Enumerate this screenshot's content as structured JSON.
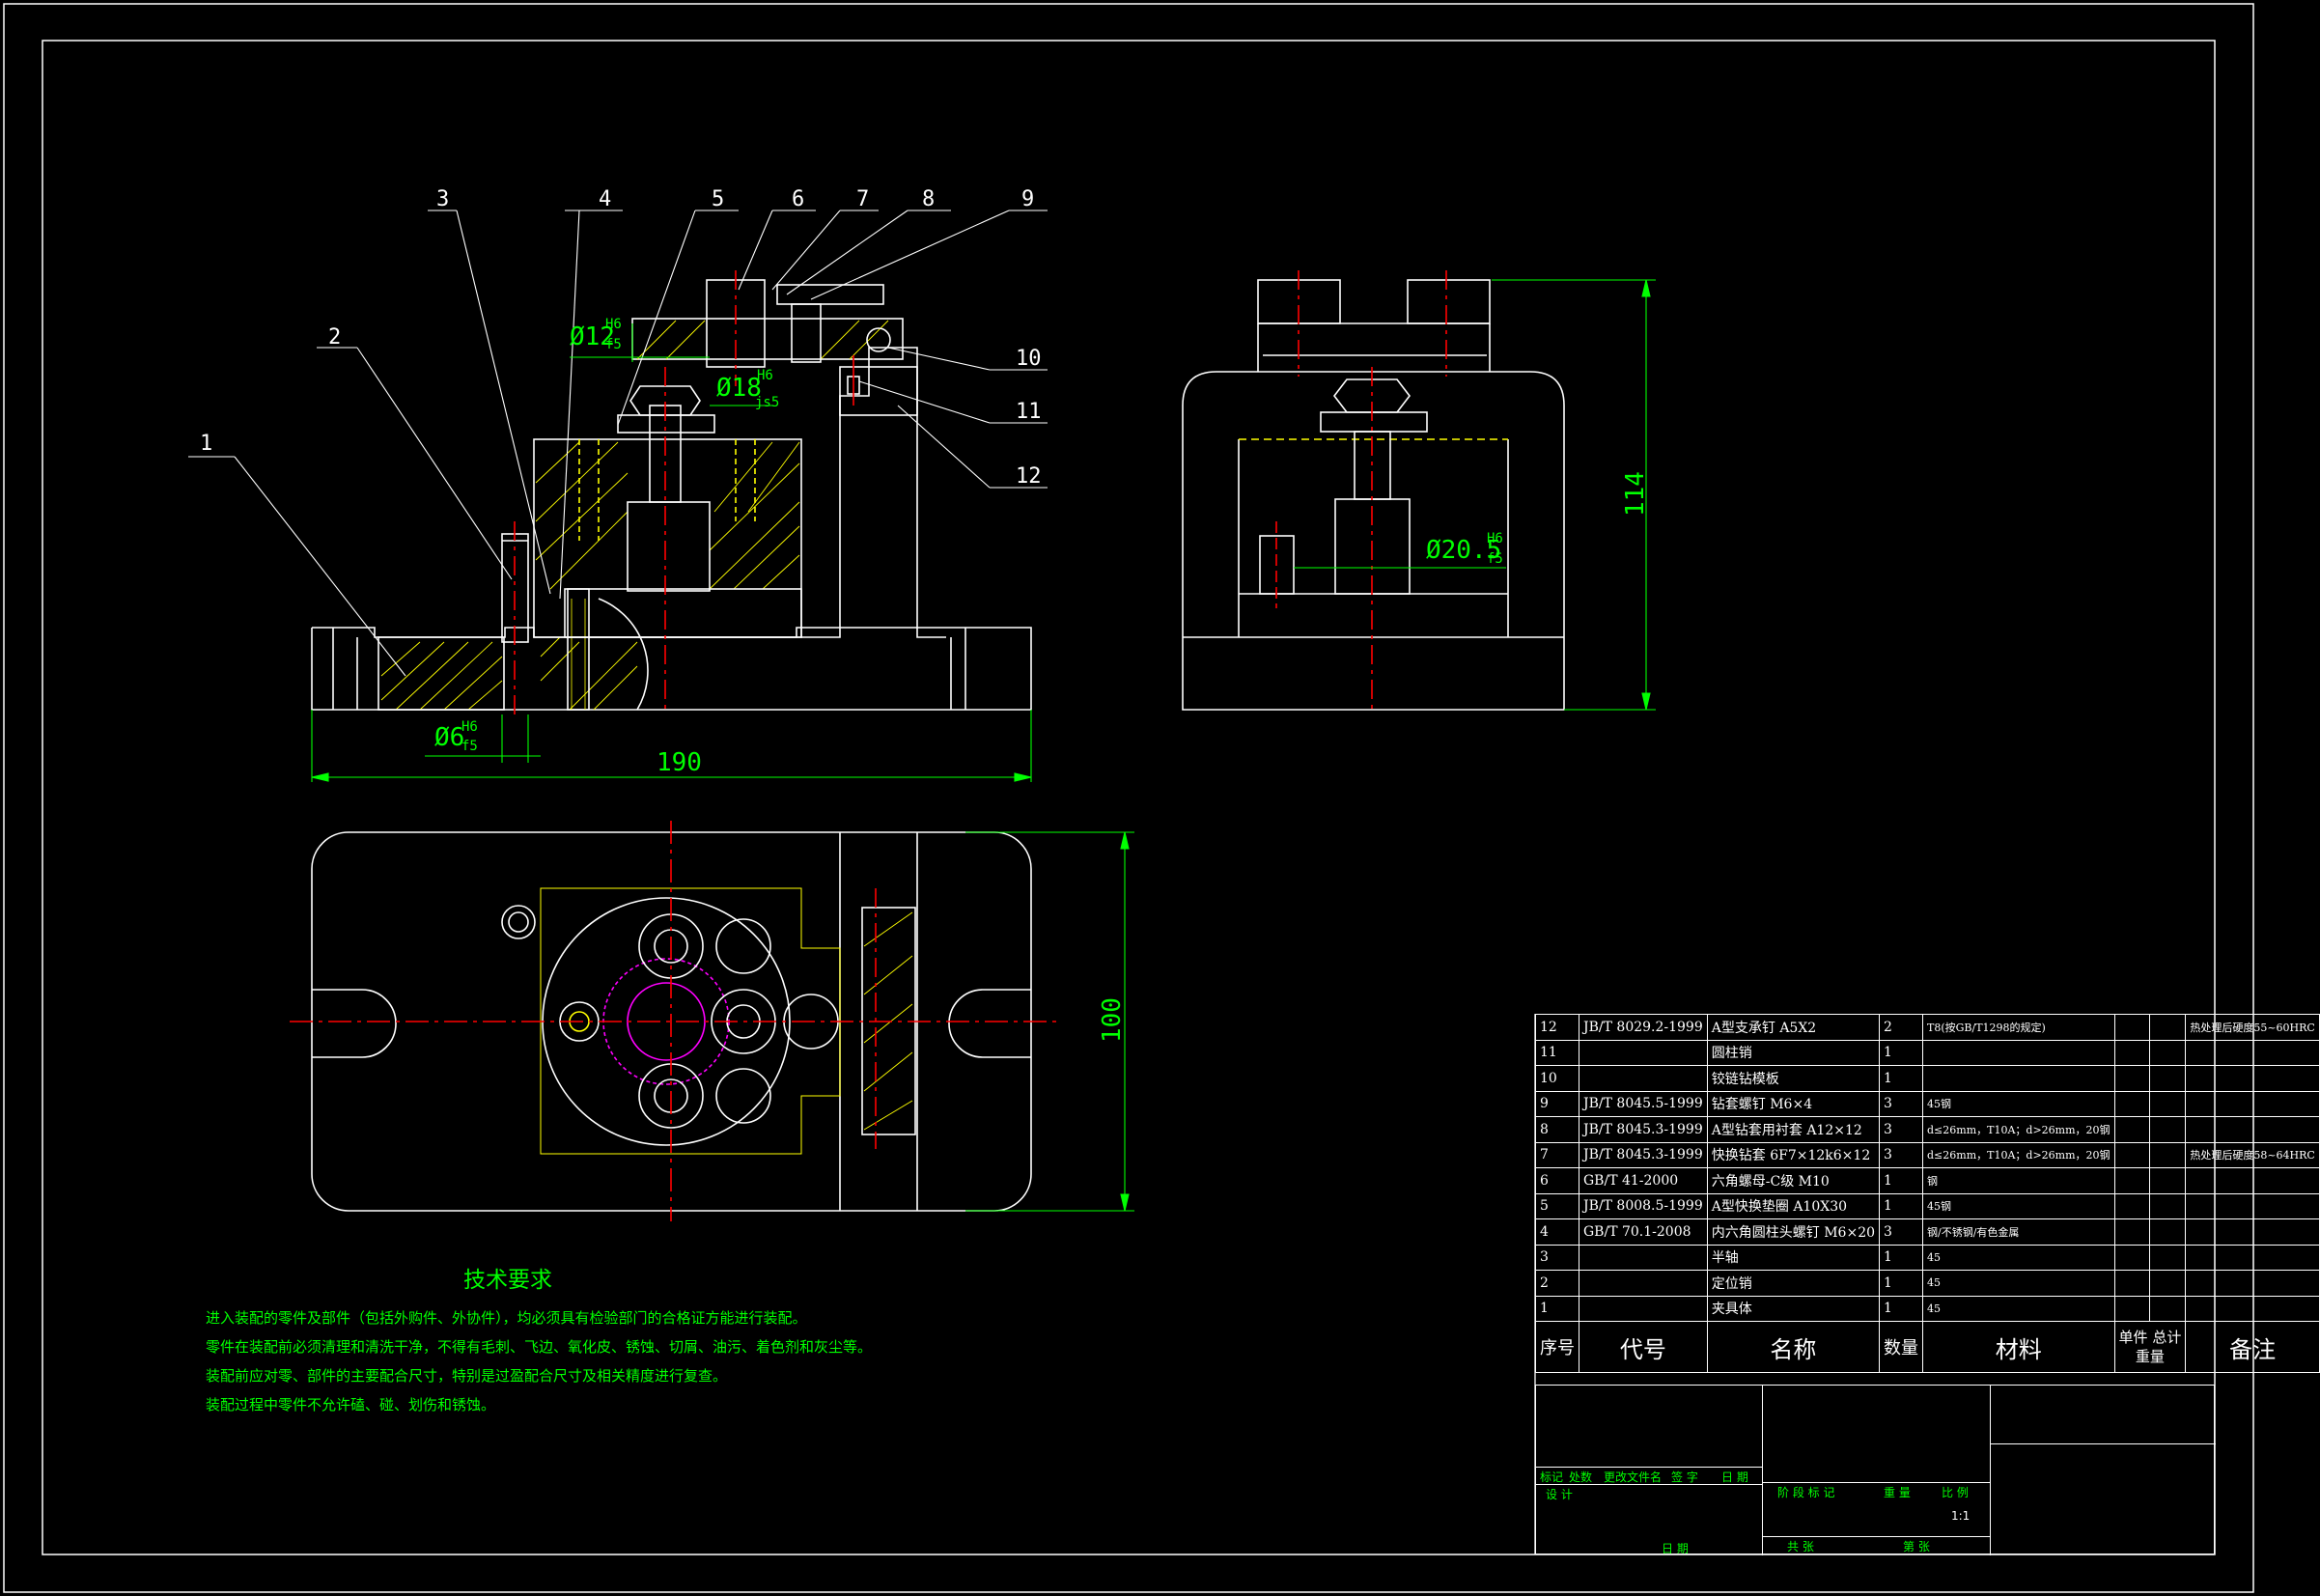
{
  "balloons": [
    "1",
    "2",
    "3",
    "4",
    "5",
    "6",
    "7",
    "8",
    "9",
    "10",
    "11",
    "12"
  ],
  "dims": {
    "d12": "Ø12",
    "d12_tol_up": "H6",
    "d12_tol_dn": "f5",
    "d18": "Ø18",
    "d18_tol_up": "H6",
    "d18_tol_dn": "js5",
    "d6": "Ø6",
    "d6_tol_up": "H6",
    "d6_tol_dn": "f5",
    "len190": "190",
    "h114": "114",
    "d205": "Ø20.5",
    "d205_tol_up": "H6",
    "d205_tol_dn": "f5",
    "w100": "100"
  },
  "tech": {
    "title": "技术要求",
    "lines": [
      "进入装配的零件及部件（包括外购件、外协件），均必须具有检验部门的合格证方能进行装配。",
      "零件在装配前必须清理和清洗干净，不得有毛刺、飞边、氧化皮、锈蚀、切屑、油污、着色剂和灰尘等。",
      "装配前应对零、部件的主要配合尺寸，特别是过盈配合尺寸及相关精度进行复查。",
      "装配过程中零件不允许磕、碰、划伤和锈蚀。"
    ]
  },
  "bom": {
    "rows": [
      {
        "no": "12",
        "code": "JB/T 8029.2-1999",
        "name": "A型支承钉 A5X2",
        "qty": "2",
        "mat": "T8(按GB/T1298的规定)",
        "unit": "",
        "total": "",
        "note": "热处理后硬度55~60HRC"
      },
      {
        "no": "11",
        "code": "",
        "name": "圆柱销",
        "qty": "1",
        "mat": "",
        "unit": "",
        "total": "",
        "note": ""
      },
      {
        "no": "10",
        "code": "",
        "name": "铰链钻模板",
        "qty": "1",
        "mat": "",
        "unit": "",
        "total": "",
        "note": ""
      },
      {
        "no": "9",
        "code": "JB/T 8045.5-1999",
        "name": "钻套螺钉 M6×4",
        "qty": "3",
        "mat": "45钢",
        "unit": "",
        "total": "",
        "note": ""
      },
      {
        "no": "8",
        "code": "JB/T 8045.3-1999",
        "name": "A型钻套用衬套 A12×12",
        "qty": "3",
        "mat": "d≤26mm，T10A；d>26mm，20钢",
        "unit": "",
        "total": "",
        "note": ""
      },
      {
        "no": "7",
        "code": "JB/T 8045.3-1999",
        "name": "快换钻套 6F7×12k6×12",
        "qty": "3",
        "mat": "d≤26mm，T10A；d>26mm，20钢",
        "unit": "",
        "total": "",
        "note": "热处理后硬度58~64HRC"
      },
      {
        "no": "6",
        "code": "GB/T 41-2000",
        "name": "六角螺母-C级 M10",
        "qty": "1",
        "mat": "钢",
        "unit": "",
        "total": "",
        "note": ""
      },
      {
        "no": "5",
        "code": "JB/T 8008.5-1999",
        "name": "A型快换垫圈 A10X30",
        "qty": "1",
        "mat": "45钢",
        "unit": "",
        "total": "",
        "note": ""
      },
      {
        "no": "4",
        "code": "GB/T 70.1-2008",
        "name": "内六角圆柱头螺钉 M6×20",
        "qty": "3",
        "mat": "钢/不锈钢/有色金属",
        "unit": "",
        "total": "",
        "note": ""
      },
      {
        "no": "3",
        "code": "",
        "name": "半轴",
        "qty": "1",
        "mat": "45",
        "unit": "",
        "total": "",
        "note": ""
      },
      {
        "no": "2",
        "code": "",
        "name": "定位销",
        "qty": "1",
        "mat": "45",
        "unit": "",
        "total": "",
        "note": ""
      },
      {
        "no": "1",
        "code": "",
        "name": "夹具体",
        "qty": "1",
        "mat": "45",
        "unit": "",
        "total": "",
        "note": ""
      }
    ],
    "header": {
      "no": "序号",
      "code": "代号",
      "name": "名称",
      "qty": "数量",
      "mat": "材料",
      "unit": "单件",
      "total": "总计",
      "weight": "重量",
      "note": "备注"
    }
  },
  "title_block": {
    "mark": "标记",
    "zone": "处数",
    "change": "更改文件名",
    "sign": "签 字",
    "date": "日 期",
    "design": "设 计",
    "stage": "阶 段 标 记",
    "weight": "重 量",
    "scale_label": "比 例",
    "scale": "1:1",
    "total_sheets": "共 张",
    "sheet": "第 张",
    "date2": "日 期"
  },
  "colors": {
    "line": "#ffffff",
    "dim": "#00ff00",
    "center": "#ff0000",
    "hidden": "#ffff00",
    "feature": "#ff00ff",
    "hatch": "#ffff00"
  }
}
